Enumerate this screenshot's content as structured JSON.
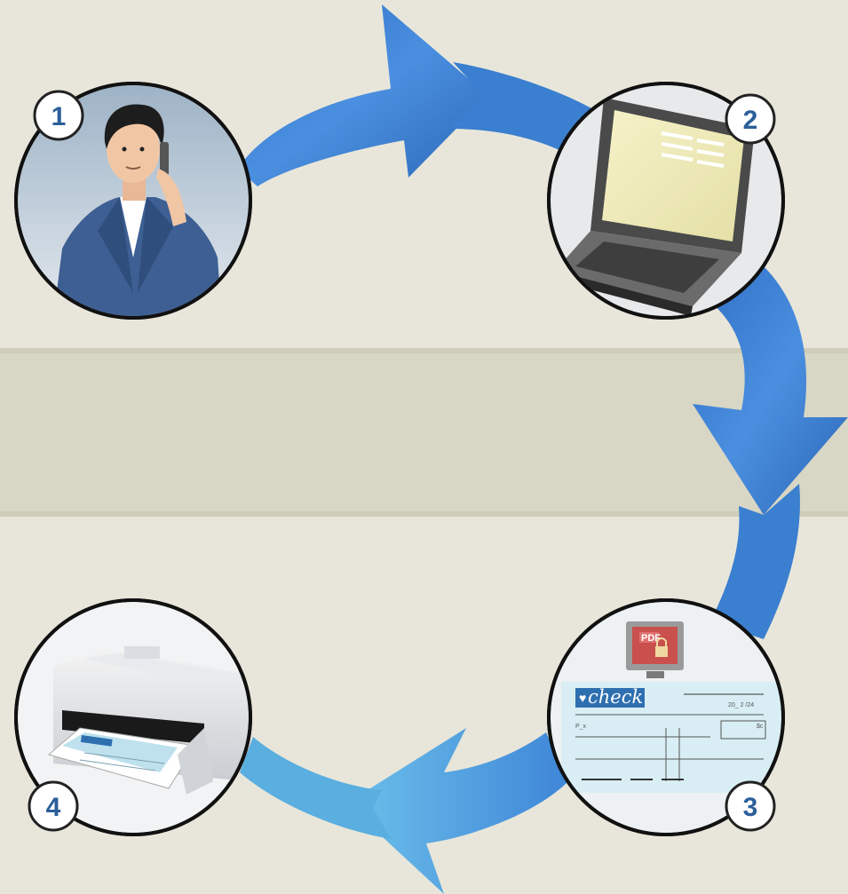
{
  "steps": [
    {
      "number": "1",
      "icon": "person-on-phone-icon"
    },
    {
      "number": "2",
      "icon": "laptop-icon"
    },
    {
      "number": "3",
      "icon": "check-document-icon"
    },
    {
      "number": "4",
      "icon": "printer-icon"
    }
  ],
  "check": {
    "title": "check",
    "date_text": "20_ 2 /24",
    "pay_to": "P_x",
    "amount_mark": "$c",
    "lock_badge": "PDF"
  },
  "colors": {
    "background": "#e8e6da",
    "band": "#d8d6c4",
    "arrow_primary": "#3a7fd0",
    "arrow_light": "#5aaee0",
    "step_number": "#2b5f9a",
    "circle_border": "#111111"
  }
}
